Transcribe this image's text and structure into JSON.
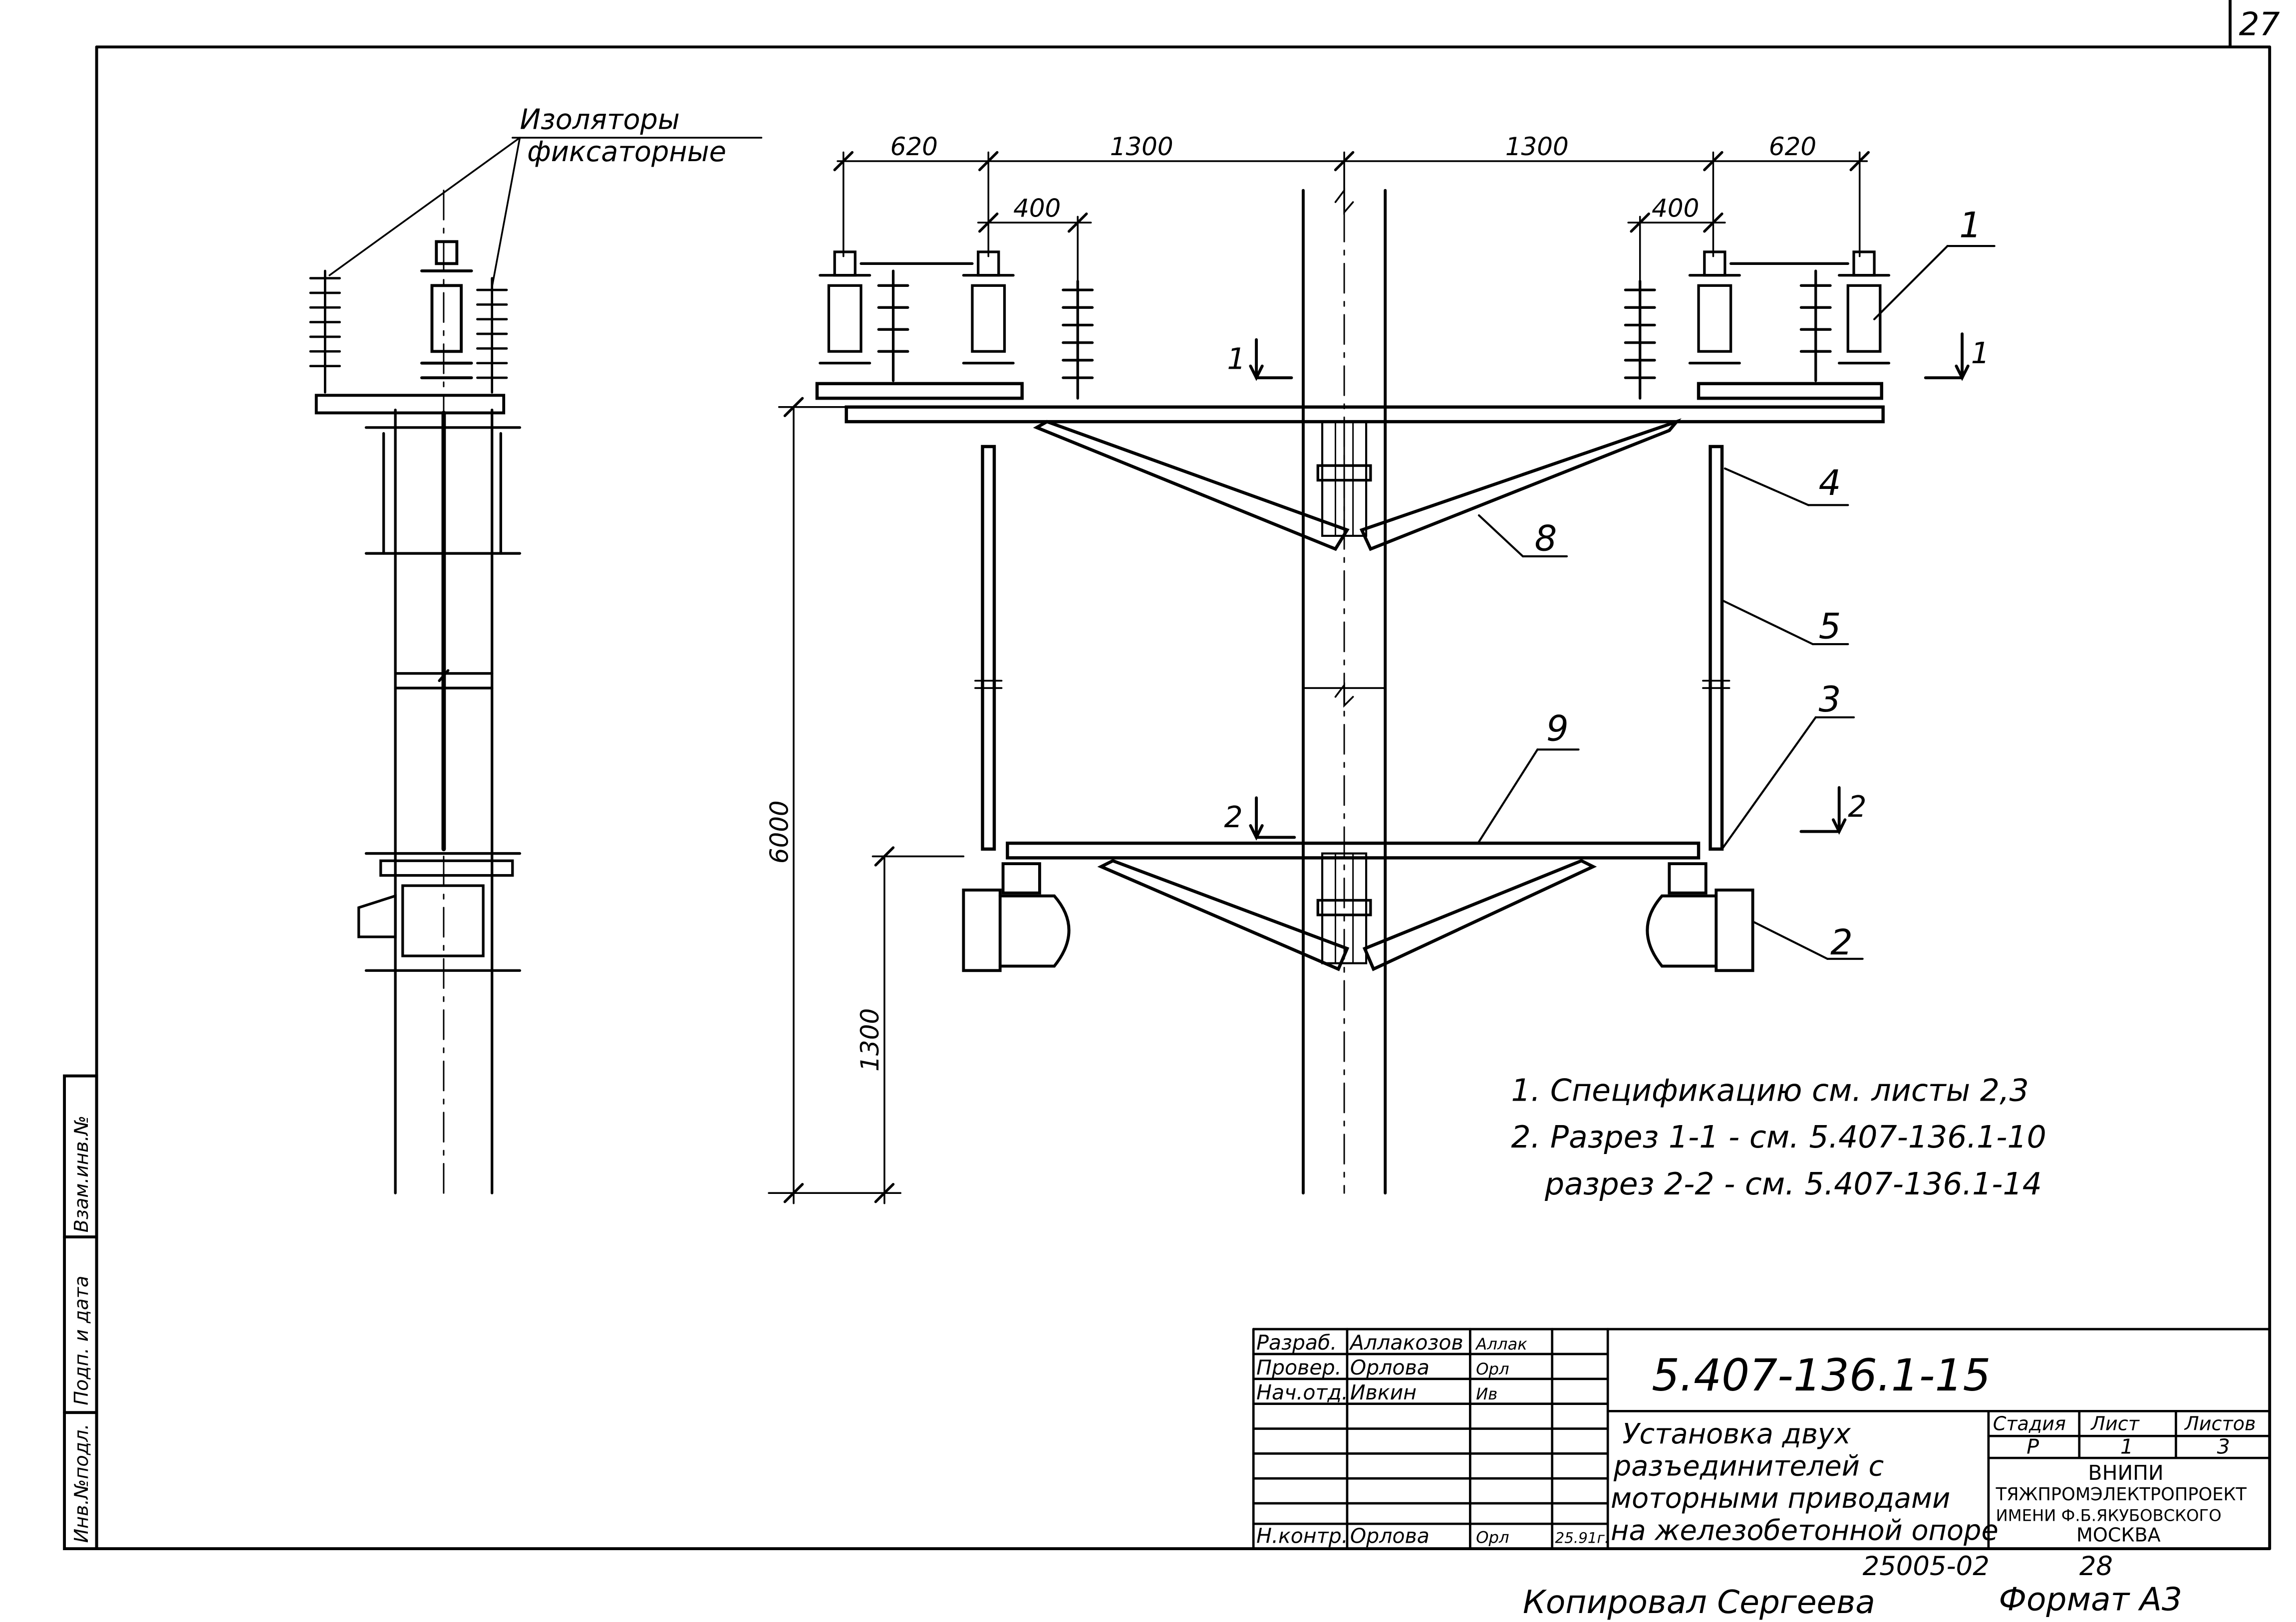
{
  "sheet_number": "27",
  "insulator_label": {
    "line1": "Изоляторы",
    "line2": "фиксаторные"
  },
  "dimensions": {
    "d620_left": "620",
    "d1300_left": "1300",
    "d1300_right": "1300",
    "d620_right": "620",
    "d400_left": "400",
    "d400_right": "400",
    "d6000": "6000",
    "d1300_vertical": "1300"
  },
  "section_marks": {
    "s1_left": "1",
    "s1_right": "1",
    "s2_left": "2",
    "s2_right": "2"
  },
  "callouts": {
    "c1": "1",
    "c2": "2",
    "c3": "3",
    "c4": "4",
    "c5": "5",
    "c8": "8",
    "c9": "9"
  },
  "notes": [
    "1. Спецификацию см. листы 2,3",
    "2. Разрез 1-1 - см. 5.407-136.1-10",
    "разрез 2-2 - см. 5.407-136.1-14"
  ],
  "side_stamp": [
    "Взам.инв.№",
    "Подп. и дата",
    "Инв.№подл."
  ],
  "title_block": {
    "rows": [
      {
        "role": "Разраб.",
        "name": "Аллакозов",
        "sign": "Аллак"
      },
      {
        "role": "Провер.",
        "name": "Орлова",
        "sign": "Орл"
      },
      {
        "role": "Нач.отд.",
        "name": "Ивкин",
        "sign": "Ив"
      },
      {
        "role": "Н.контр.",
        "name": "Орлова",
        "sign": "Орл",
        "date": "25.91г."
      }
    ],
    "doc_code": "5.407-136.1-15",
    "title_lines": [
      "Установка двух",
      "разъединителей с",
      "моторными приводами",
      "на железобетонной опоре"
    ],
    "stage_header": "Стадия",
    "sheet_header": "Лист",
    "sheets_header": "Листов",
    "stage": "Р",
    "sheet": "1",
    "sheets": "3",
    "org": [
      "ВНИПИ",
      "ТЯЖПРОМЭЛЕКТРОПРОЕКТ",
      "ИМЕНИ Ф.Б.ЯКУБОВСКОГО",
      "МОСКВА"
    ]
  },
  "below_frame": {
    "inventory": "25005-02",
    "page": "28",
    "copied": "Копировал Сергеева",
    "format": "Формат А3"
  }
}
